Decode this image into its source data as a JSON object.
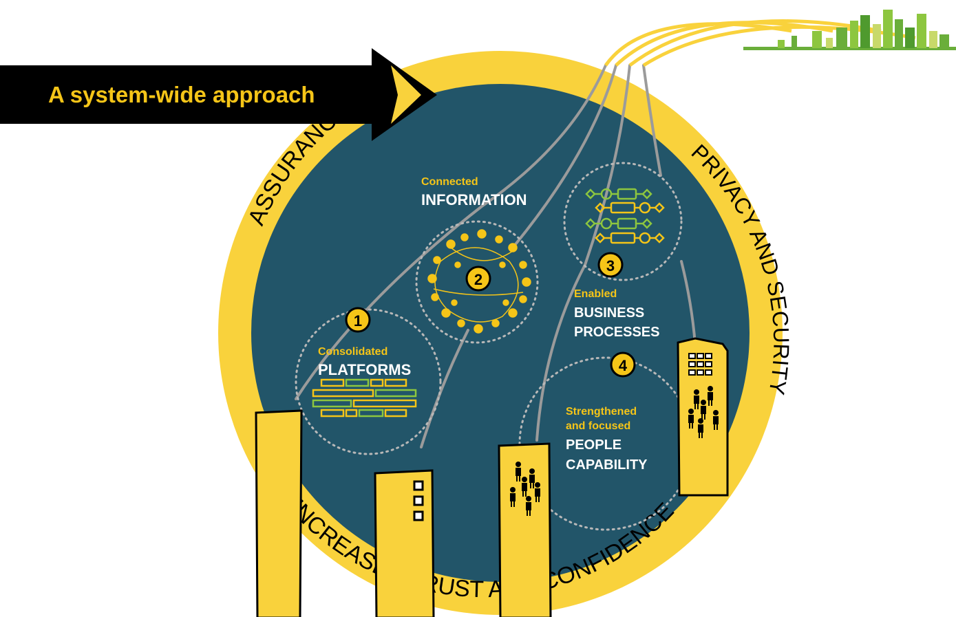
{
  "banner": {
    "title": "A system-wide approach"
  },
  "ring_labels": {
    "left": "ASSURANCE",
    "right": "PRIVACY AND SECURITY",
    "bottom": "INCREASED TRUST AND CONFIDENCE"
  },
  "pillars": [
    {
      "number": "1",
      "qualifier": "Consolidated",
      "title_lines": [
        "PLATFORMS"
      ]
    },
    {
      "number": "2",
      "qualifier": "Connected",
      "title_lines": [
        "INFORMATION"
      ]
    },
    {
      "number": "3",
      "qualifier": "Enabled",
      "title_lines": [
        "BUSINESS",
        "PROCESSES"
      ]
    },
    {
      "number": "4",
      "qualifier_lines": [
        "Strengthened",
        "and focused"
      ],
      "title_lines": [
        "PEOPLE",
        "CAPABILITY"
      ]
    }
  ],
  "colors": {
    "ring_yellow": "#F9D23C",
    "inner_teal": "#225569",
    "label_yellow": "#F5C518",
    "banner_black": "#000000",
    "banner_text": "#F5C518",
    "icon_green": "#8DC63F",
    "line_grey": "#9B9B9B",
    "white": "#FFFFFF"
  },
  "icons": [
    "platform-blocks-icon",
    "information-network-icon",
    "process-flow-icon",
    "people-group-icon",
    "building-icon",
    "city-skyline-icon",
    "arrow-right-icon"
  ]
}
